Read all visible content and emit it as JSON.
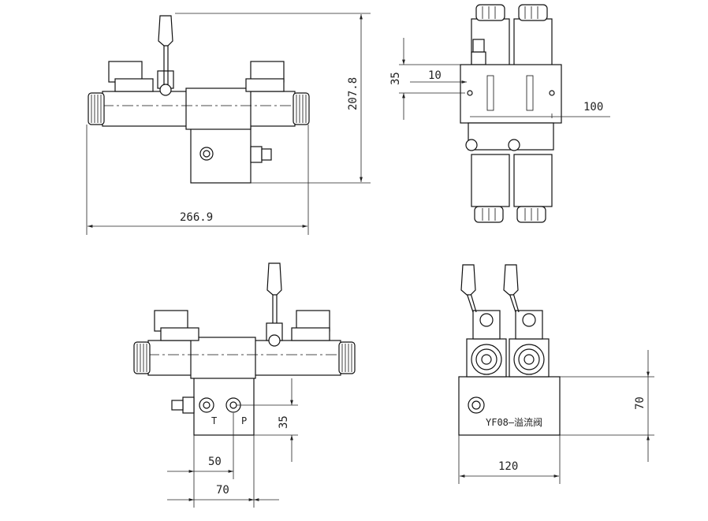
{
  "views": {
    "front": {
      "height": "207.8",
      "width": "266.9"
    },
    "top": {
      "offset_small": "10",
      "offset_pitch": "35",
      "length": "100"
    },
    "bottom_left": {
      "port_t": "T",
      "port_p": "P",
      "port_spacing": "35",
      "port_pos": "50",
      "body_width": "70"
    },
    "side": {
      "body_height": "70",
      "body_width": "120",
      "valve_label": "YF08—溢流阀"
    }
  }
}
